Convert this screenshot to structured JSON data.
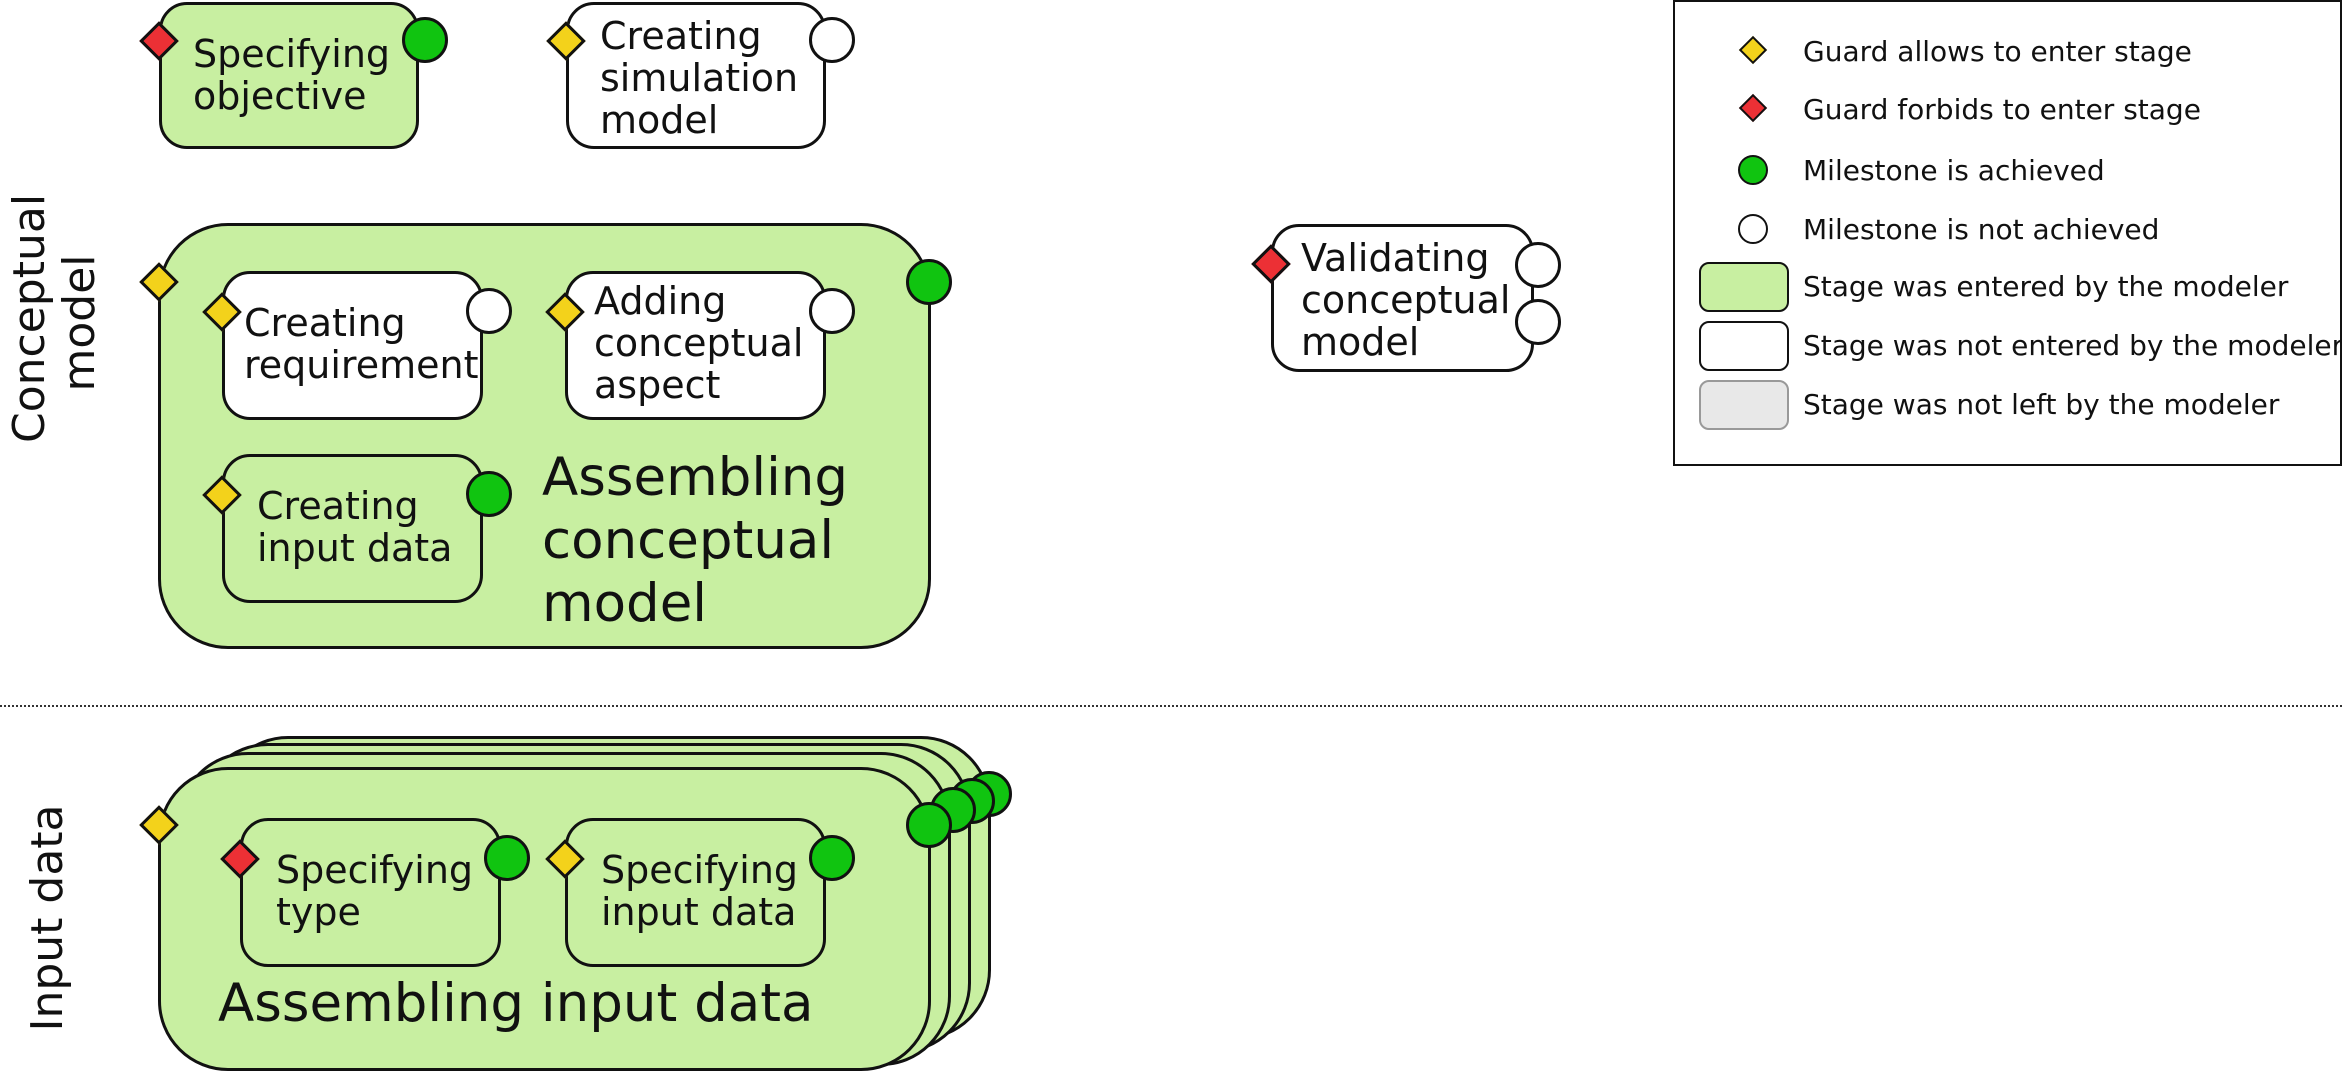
{
  "lanes": {
    "conceptual": "Conceptual\nmodel",
    "input": "Input data"
  },
  "stages": {
    "specifying_objective": "Specifying\nobjective",
    "creating_simulation_model": "Creating\nsimulation\nmodel",
    "assembling_conceptual_model": "Assembling\nconceptual\nmodel",
    "creating_requirement": "Creating\nrequirement",
    "adding_conceptual_aspect": "Adding\nconceptual\naspect",
    "creating_input_data": "Creating\ninput data",
    "validating_conceptual_model": "Validating\nconceptual\nmodel",
    "assembling_input_data": "Assembling input data",
    "specifying_type": "Specifying\ntype",
    "specifying_input_data": "Specifying\ninput data"
  },
  "legend": {
    "guard_allows": "Guard allows to enter stage",
    "guard_forbids": "Guard forbids to enter stage",
    "milestone_achieved": "Milestone is achieved",
    "milestone_not_achieved": "Milestone is not achieved",
    "stage_entered": "Stage was entered by the modeler",
    "stage_not_entered": "Stage was not entered by the modeler",
    "stage_not_left": "Stage was not left by the modeler"
  },
  "colors": {
    "stage_entered": "#c8efa1",
    "stage_not_entered": "#ffffff",
    "stage_not_left": "#e8e8e8",
    "guard_allows": "#f3d21b",
    "guard_forbids": "#ec3035",
    "milestone_achieved": "#10c410",
    "milestone_not_achieved": "#ffffff"
  }
}
